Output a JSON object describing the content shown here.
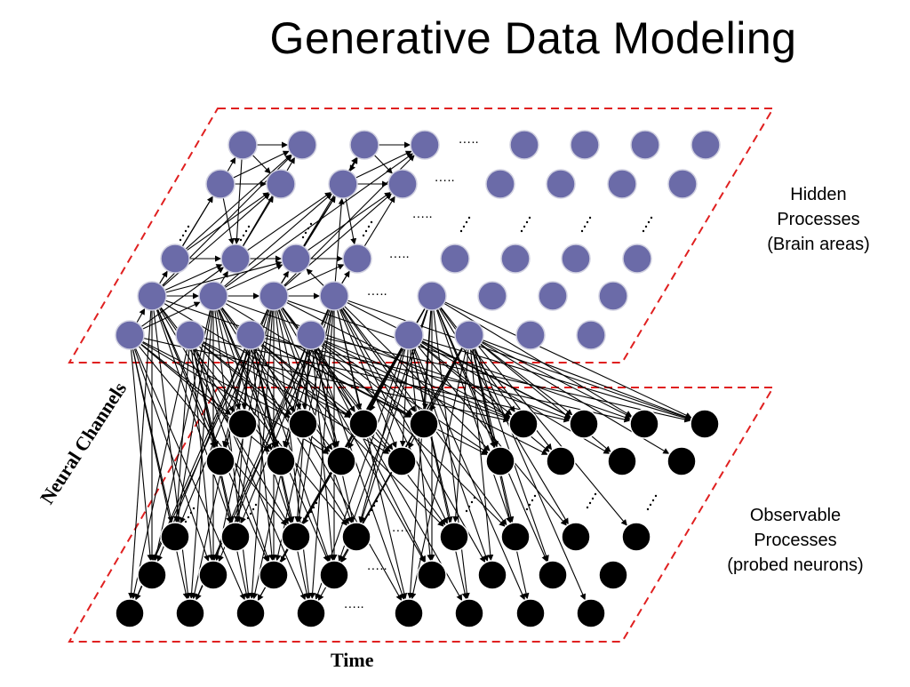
{
  "title": "Generative Data Modeling",
  "hidden_layer": {
    "label_lines": [
      "Hidden",
      "Processes",
      "(Brain areas)"
    ],
    "node_color": "#6b6ba8",
    "node_stroke": "#d0d0e0"
  },
  "observable_layer": {
    "label_lines": [
      "Observable",
      "Processes",
      "(probed neurons)"
    ],
    "node_color": "#000000"
  },
  "axes": {
    "time": "Time",
    "channels": "Neural Channels"
  },
  "ellipsis": "…..",
  "colors": {
    "frame": "#e02020",
    "arrow": "#000000"
  }
}
